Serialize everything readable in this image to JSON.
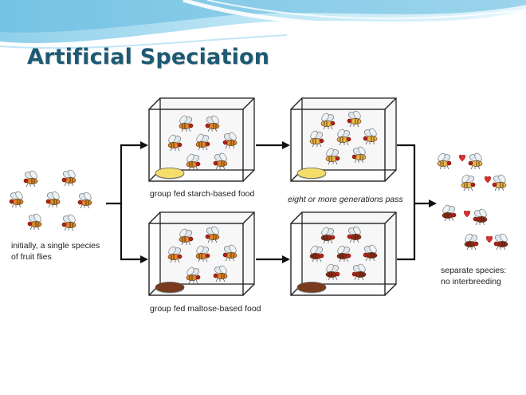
{
  "slide": {
    "title": "Artificial Speciation"
  },
  "labels": {
    "initial": [
      "initially, a single species",
      "of fruit flies"
    ],
    "starch_group": "group fed starch-based food",
    "maltose_group": "group fed maltose-based food",
    "generations": "eight or more generations pass",
    "result": [
      "separate species:",
      "no interbreeding"
    ]
  },
  "colors": {
    "title": "#1d5a73",
    "starch_food": "#f5dd6a",
    "maltose_food": "#7a3a1e",
    "fly_yellow": "#e8b84a",
    "fly_orange": "#d98a2b",
    "fly_dark": "#8a2a1a",
    "heart": "#d93030",
    "arrow": "#111111"
  },
  "icons": [
    "fruit-fly-icon",
    "heart-icon",
    "arrow-icon",
    "food-dish-icon",
    "jar-box-icon"
  ]
}
